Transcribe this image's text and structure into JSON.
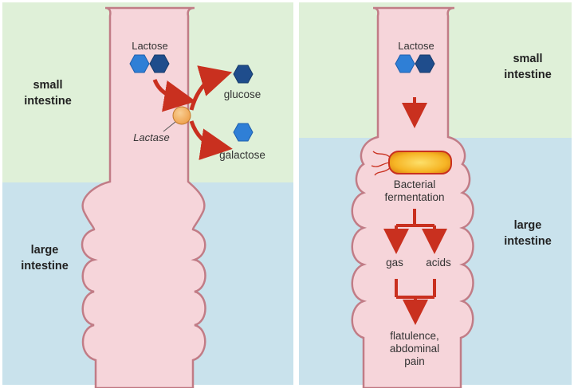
{
  "left_panel": {
    "region_top": "small\nintestine",
    "region_bottom": "large\nintestine",
    "substrate": "Lactose",
    "enzyme": "Lactase",
    "product_1": "glucose",
    "product_2": "galactose"
  },
  "right_panel": {
    "region_top": "small\nintestine",
    "region_bottom": "large\nintestine",
    "substrate": "Lactose",
    "process": "Bacterial\nfermentation",
    "product_gas": "gas",
    "product_acids": "acids",
    "outcome": "flatulence,\nabdominal\npain"
  },
  "colors": {
    "small_intestine_bg": "#dff0d8",
    "large_intestine_bg": "#c9e2ec",
    "gut_fill": "#f6d5da",
    "gut_outline": "#c17c86",
    "arrow_red": "#c9301f",
    "hexagon_light": "#2f7fd6",
    "hexagon_dark": "#1f4d8c",
    "enzyme_orange": "#f2b160",
    "bacterium_yellow": "#f6c22e"
  }
}
